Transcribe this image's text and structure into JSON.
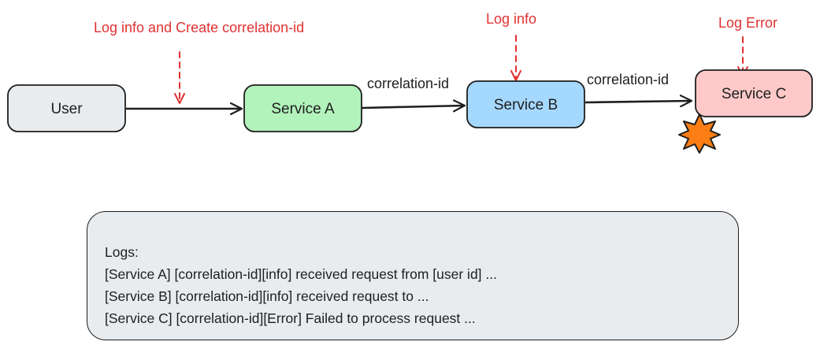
{
  "colors": {
    "stroke": "#1e1e1e",
    "annotation": "#e03131",
    "user_fill": "#e9ecef",
    "service_a_fill": "#b2f2bb",
    "service_b_fill": "#a5d8ff",
    "service_c_fill": "#ffc9c9",
    "logs_fill": "#e9ecef",
    "explosion_fill": "#fd7e14"
  },
  "nodes": {
    "user": "User",
    "service_a": "Service A",
    "service_b": "Service B",
    "service_c": "Service C"
  },
  "edges": {
    "a_to_b": "correlation-id",
    "b_to_c": "correlation-id"
  },
  "annotations": {
    "service_a": "Log info and Create correlation-id",
    "service_b": "Log info",
    "service_c": "Log Error"
  },
  "logs": {
    "title": "Logs:",
    "lines": [
      "[Service A] [correlation-id][info] received request from [user id] ...",
      "[Service B] [correlation-id][info] received request to ...",
      "[Service C] [correlation-id][Error] Failed to process request ..."
    ]
  },
  "icons": {
    "failure": "explosion-icon"
  }
}
